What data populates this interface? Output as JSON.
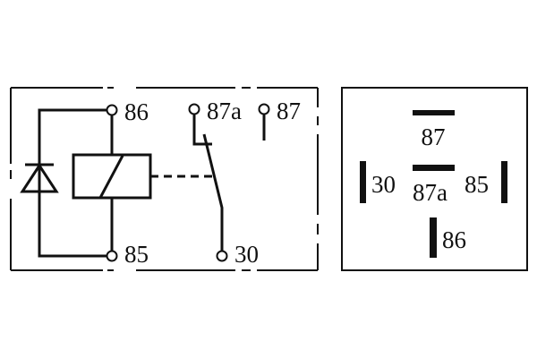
{
  "schematic": {
    "terminals": {
      "t86": "86",
      "t85": "85",
      "t87a": "87a",
      "t87": "87",
      "t30": "30"
    }
  },
  "pinout": {
    "labels": {
      "p87": "87",
      "p87a": "87a",
      "p30": "30",
      "p85": "85",
      "p86": "86"
    }
  },
  "colors": {
    "line": "#111111",
    "background": "#ffffff"
  }
}
